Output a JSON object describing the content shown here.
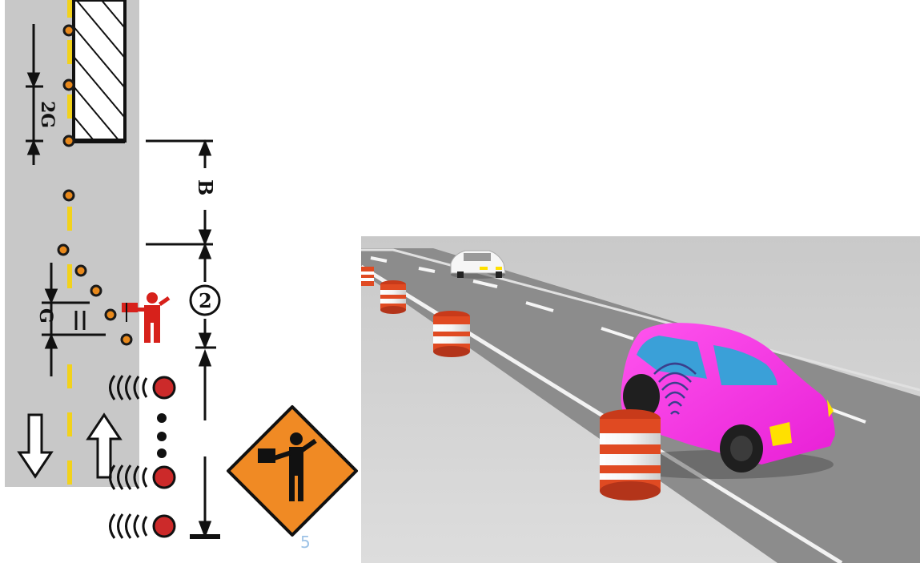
{
  "diagram": {
    "labels": {
      "two_g": "2G",
      "b": "B",
      "g": "G",
      "circled_number": "2",
      "page_number": "5"
    },
    "colors": {
      "roadway": "#c8c8c8",
      "lane_line": "#f2d21b",
      "channelizer": "#e8891c",
      "flagger": "#d7211b",
      "sign": "#f08a24",
      "sensor": "#cc2a2a"
    },
    "icons": [
      "work-area-hatch-icon",
      "flagger-icon",
      "flagger-sign-icon",
      "sensor-beacon-icon",
      "arrow-down-icon",
      "arrow-up-icon"
    ]
  },
  "scene": {
    "colors": {
      "ground": "#d3d3d3",
      "road": "#8a8a8a",
      "pink_car": "#ff33e8",
      "car_window": "#3aa0d8",
      "barrel_red": "#e04a22"
    },
    "icons": [
      "white-car-icon",
      "pink-car-icon",
      "wireless-signal-icon",
      "traffic-barrel-icon"
    ]
  }
}
